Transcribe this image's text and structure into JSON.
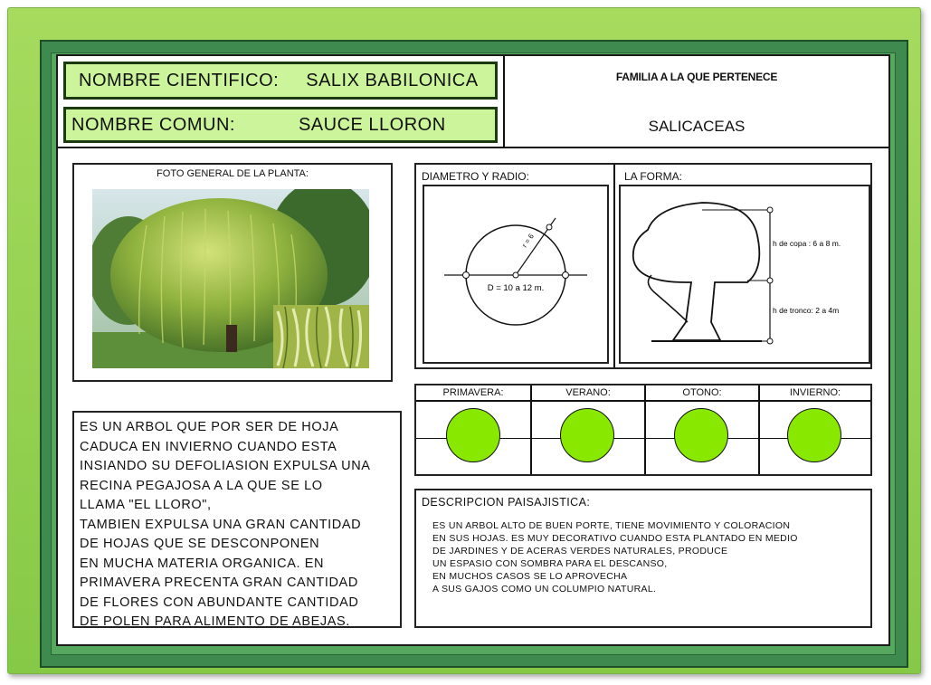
{
  "header": {
    "scientific_name_label": "NOMBRE CIENTIFICO:",
    "scientific_name_value": "SALIX BABILONICA",
    "common_name_label": "NOMBRE COMUN:",
    "common_name_value": "SAUCE LLORON",
    "family_label": "FAMILIA A LA QUE PERTENECE",
    "family_value": "SALICACEAS"
  },
  "photo": {
    "title": "FOTO GENERAL DE LA PLANTA:"
  },
  "diameter": {
    "title": "DIAMETRO Y RADIO:",
    "diameter_text": "D = 10 a 12 m.",
    "radius_text": "r = 6"
  },
  "shape": {
    "title": "LA FORMA:",
    "crown_height": "h de copa : 6 a 8 m.",
    "trunk_height": "h de tronco: 2 a 4m"
  },
  "seasons": [
    {
      "label": "PRIMAVERA:",
      "color": "#88e800"
    },
    {
      "label": "VERANO:",
      "color": "#88e800"
    },
    {
      "label": "OTONO:",
      "color": "#88e800"
    },
    {
      "label": "INVIERNO:",
      "color": "#88e800"
    }
  ],
  "description": {
    "lines": [
      "ES UN ARBOL QUE POR SER DE HOJA",
      "CADUCA EN INVIERNO CUANDO ESTA",
      "INSIANDO SU DEFOLIASION EXPULSA UNA",
      "RECINA PEGAJOSA A LA QUE SE LO",
      "LLAMA \"EL LLORO\",",
      "TAMBIEN EXPULSA UNA GRAN CANTIDAD",
      "DE HOJAS QUE SE DESCONPONEN",
      "EN MUCHA MATERIA ORGANICA. EN",
      "PRIMAVERA PRECENTA GRAN CANTIDAD",
      "DE FLORES CON ABUNDANTE CANTIDAD",
      "DE POLEN PARA ALIMENTO DE ABEJAS."
    ]
  },
  "landscape": {
    "title": "DESCRIPCION PAISAJISTICA:",
    "lines": [
      "ES UN ARBOL ALTO DE BUEN PORTE, TIENE MOVIMIENTO Y COLORACION",
      "EN SUS HOJAS. ES MUY DECORATIVO CUANDO ESTA PLANTADO EN MEDIO",
      "DE JARDINES Y DE ACERAS VERDES NATURALES, PRODUCE",
      "UN ESPASIO CON SOMBRA PARA EL DESCANSO,",
      "EN MUCHOS CASOS SE LO APROVECHA",
      "A SUS GAJOS COMO UN COLUMPIO NATURAL."
    ]
  }
}
